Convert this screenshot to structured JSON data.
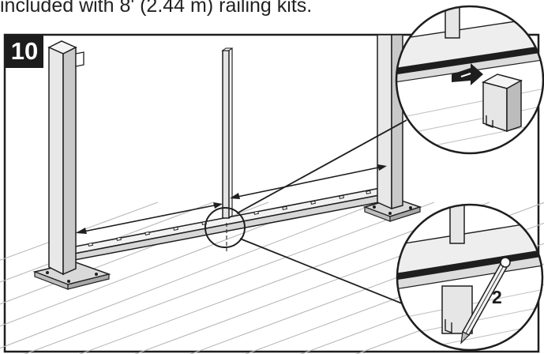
{
  "caption": "included with 8' (2.44 m) railing kits.",
  "step_number": "10",
  "callout_label": "2",
  "colors": {
    "line": "#1e1e1e",
    "post_fill": "#e8e8e8",
    "post_shade": "#c9c9c9",
    "floor_lines": "#b9b9b9",
    "step_box": "#1c1c1c"
  },
  "icons": [
    "pencil-icon",
    "arrow-icon"
  ]
}
